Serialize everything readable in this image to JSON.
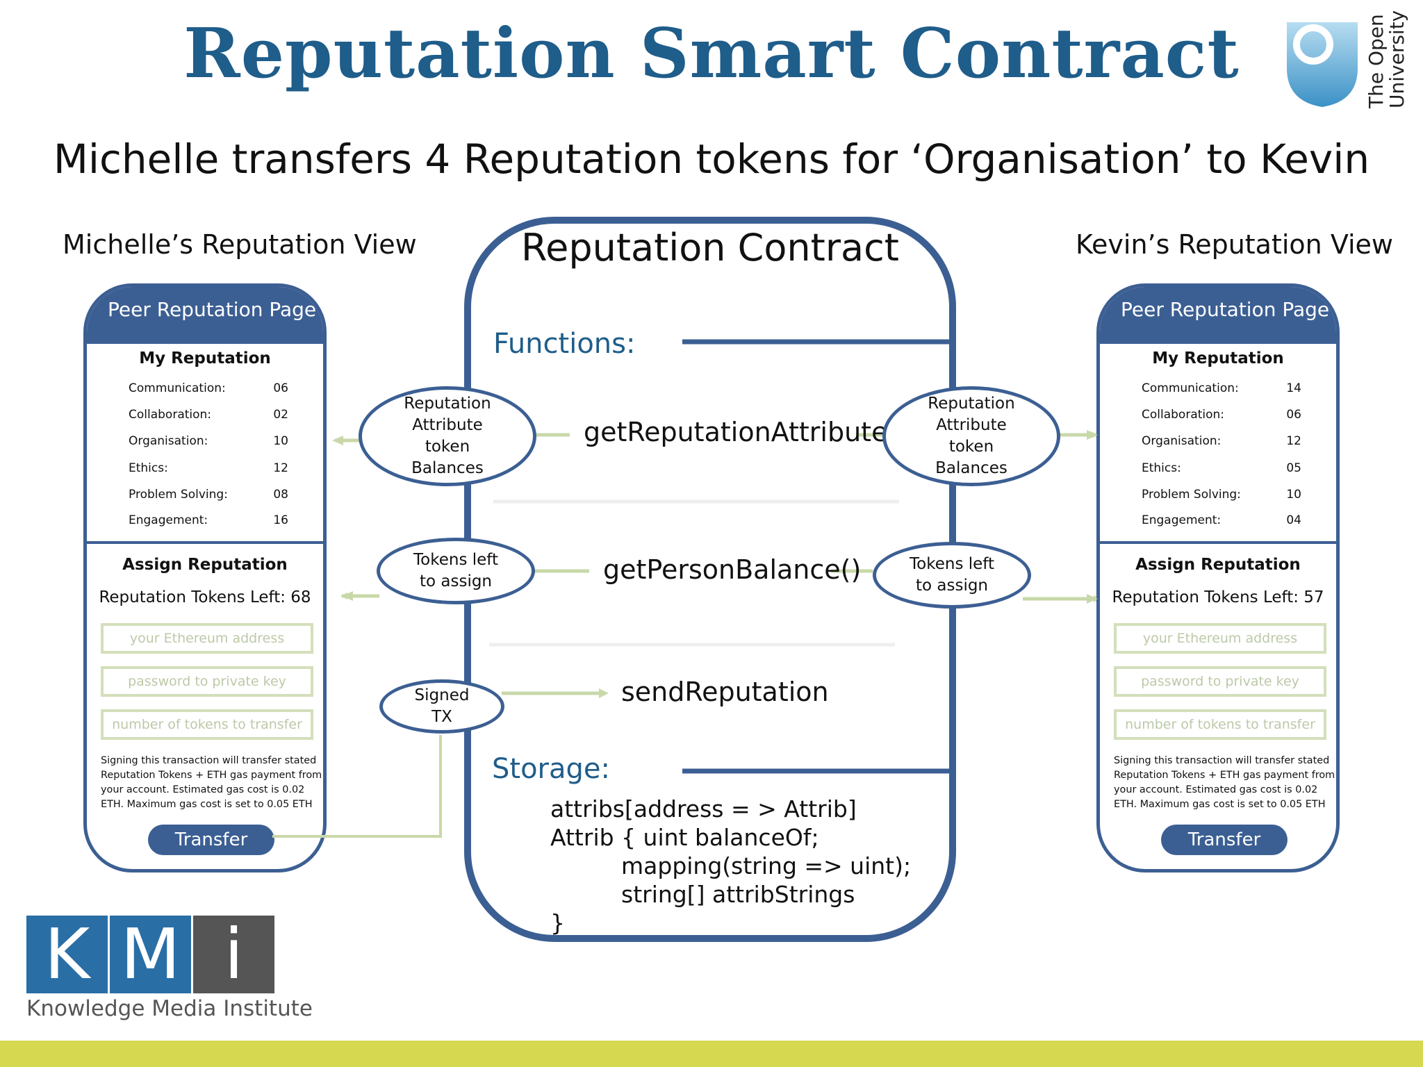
{
  "title": "Reputation Smart Contract",
  "subtitle": "Michelle transfers 4 Reputation tokens for ‘Organisation’ to Kevin",
  "logos": {
    "ou_line1": "The Open",
    "ou_line2": "University",
    "kmi_letters": [
      "K",
      "M",
      "i"
    ],
    "kmi_caption": "Knowledge Media Institute"
  },
  "left_view": {
    "label": "Michelle’s Reputation View",
    "header": "Peer Reputation Page",
    "my_reputation_title": "My Reputation",
    "attributes": [
      {
        "name": "Communication:",
        "value": "06"
      },
      {
        "name": "Collaboration:",
        "value": "02"
      },
      {
        "name": "Organisation:",
        "value": "10"
      },
      {
        "name": "Ethics:",
        "value": "12"
      },
      {
        "name": "Problem Solving:",
        "value": "08"
      },
      {
        "name": "Engagement:",
        "value": "16"
      }
    ],
    "assign_title": "Assign Reputation",
    "tokens_left": "Reputation Tokens Left: 68",
    "placeholders": [
      "your Ethereum address",
      "password to private key",
      "number of tokens to transfer"
    ],
    "note": "Signing this transaction will transfer stated Reputation Tokens + ETH gas payment from your account. Estimated gas cost is 0.02 ETH. Maximum gas cost is set to 0.05 ETH",
    "button": "Transfer"
  },
  "right_view": {
    "label": "Kevin’s Reputation View",
    "header": "Peer Reputation Page",
    "my_reputation_title": "My Reputation",
    "attributes": [
      {
        "name": "Communication:",
        "value": "14"
      },
      {
        "name": "Collaboration:",
        "value": "06"
      },
      {
        "name": "Organisation:",
        "value": "12"
      },
      {
        "name": "Ethics:",
        "value": "05"
      },
      {
        "name": "Problem Solving:",
        "value": "10"
      },
      {
        "name": "Engagement:",
        "value": "04"
      }
    ],
    "assign_title": "Assign Reputation",
    "tokens_left": "Reputation Tokens Left: 57",
    "placeholders": [
      "your Ethereum address",
      "password to private key",
      "number of tokens to transfer"
    ],
    "note": "Signing this transaction will transfer stated Reputation Tokens + ETH gas payment from your account. Estimated gas cost is 0.02 ETH. Maximum gas cost is set to 0.05 ETH",
    "button": "Transfer"
  },
  "contract": {
    "title": "Reputation Contract",
    "functions_label": "Functions:",
    "functions": [
      "getReputationAttribute",
      "getPersonBalance()",
      "sendReputation"
    ],
    "storage_label": "Storage:",
    "storage_code": [
      "attribs[address = > Attrib]",
      "Attrib { uint balanceOf;",
      "mapping(string => uint);",
      "string[] attribStrings",
      "}"
    ]
  },
  "bubbles": {
    "balances": [
      "Reputation",
      "Attribute",
      "token",
      "Balances"
    ],
    "tokens_left": [
      "Tokens left",
      "to assign"
    ],
    "signed_tx": [
      "Signed",
      "TX"
    ]
  },
  "colors": {
    "title_blue": "#1f5d8a",
    "frame_blue": "#3c5f93",
    "connector_green": "#c9d8a9",
    "bottom_bar": "#d6d84f",
    "kmi_blue": "#2a6ea6",
    "kmi_grey": "#555555"
  }
}
